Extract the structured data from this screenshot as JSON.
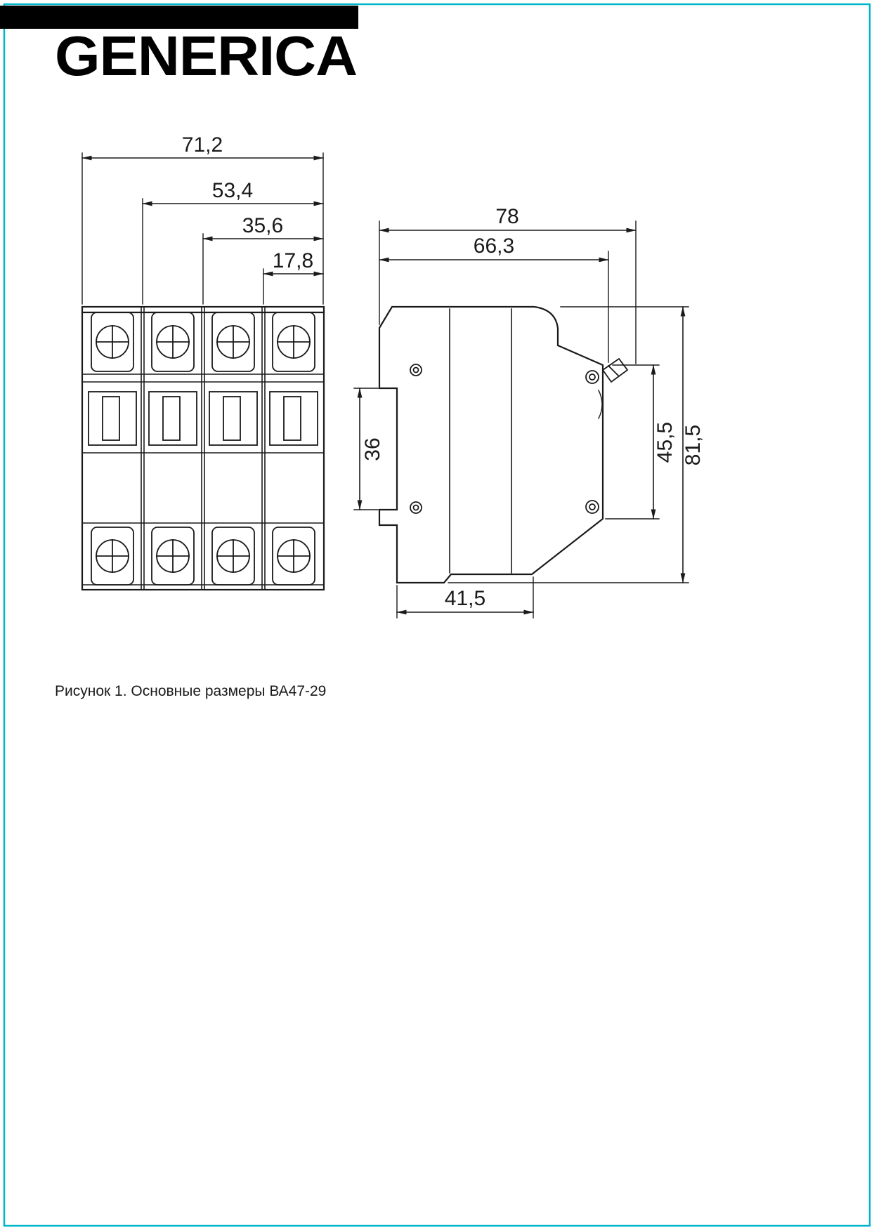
{
  "colors": {
    "border": "#00b7c9",
    "line": "#1a1a1a",
    "logo": "#000000"
  },
  "logo": {
    "text": "GENERICA"
  },
  "caption": "Рисунок 1. Основные размеры ВА47-29",
  "front_view": {
    "dimensions": {
      "total_width": "71,2",
      "width_3_modules": "53,4",
      "width_2_modules": "35,6",
      "width_1_module": "17,8"
    }
  },
  "side_view": {
    "dimensions": {
      "depth_total": "78",
      "depth_body": "66,3",
      "din_slot": "36",
      "front_height": "45,5",
      "height_total": "81,5",
      "base_depth": "41,5"
    }
  }
}
